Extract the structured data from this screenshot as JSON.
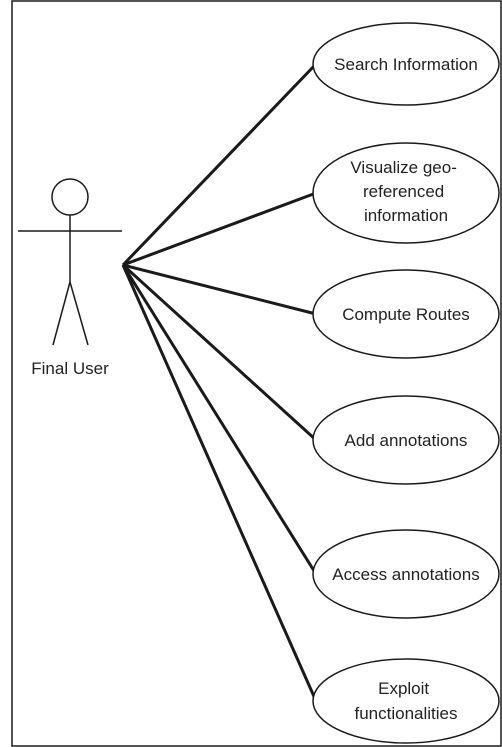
{
  "diagram": {
    "actor": {
      "label": "Final User"
    },
    "use_cases": [
      {
        "id": "uc1",
        "lines": [
          "Search Information"
        ]
      },
      {
        "id": "uc2",
        "lines": [
          "Visualize geo-",
          "referenced",
          "information"
        ]
      },
      {
        "id": "uc3",
        "lines": [
          "Compute Routes"
        ]
      },
      {
        "id": "uc4",
        "lines": [
          "Add annotations"
        ]
      },
      {
        "id": "uc5",
        "lines": [
          "Access annotations"
        ]
      },
      {
        "id": "uc6",
        "lines": [
          "Exploit",
          "functionalities"
        ]
      }
    ],
    "colors": {
      "stroke": "#1a1a1a",
      "text": "#222222",
      "background": "#ffffff"
    }
  }
}
